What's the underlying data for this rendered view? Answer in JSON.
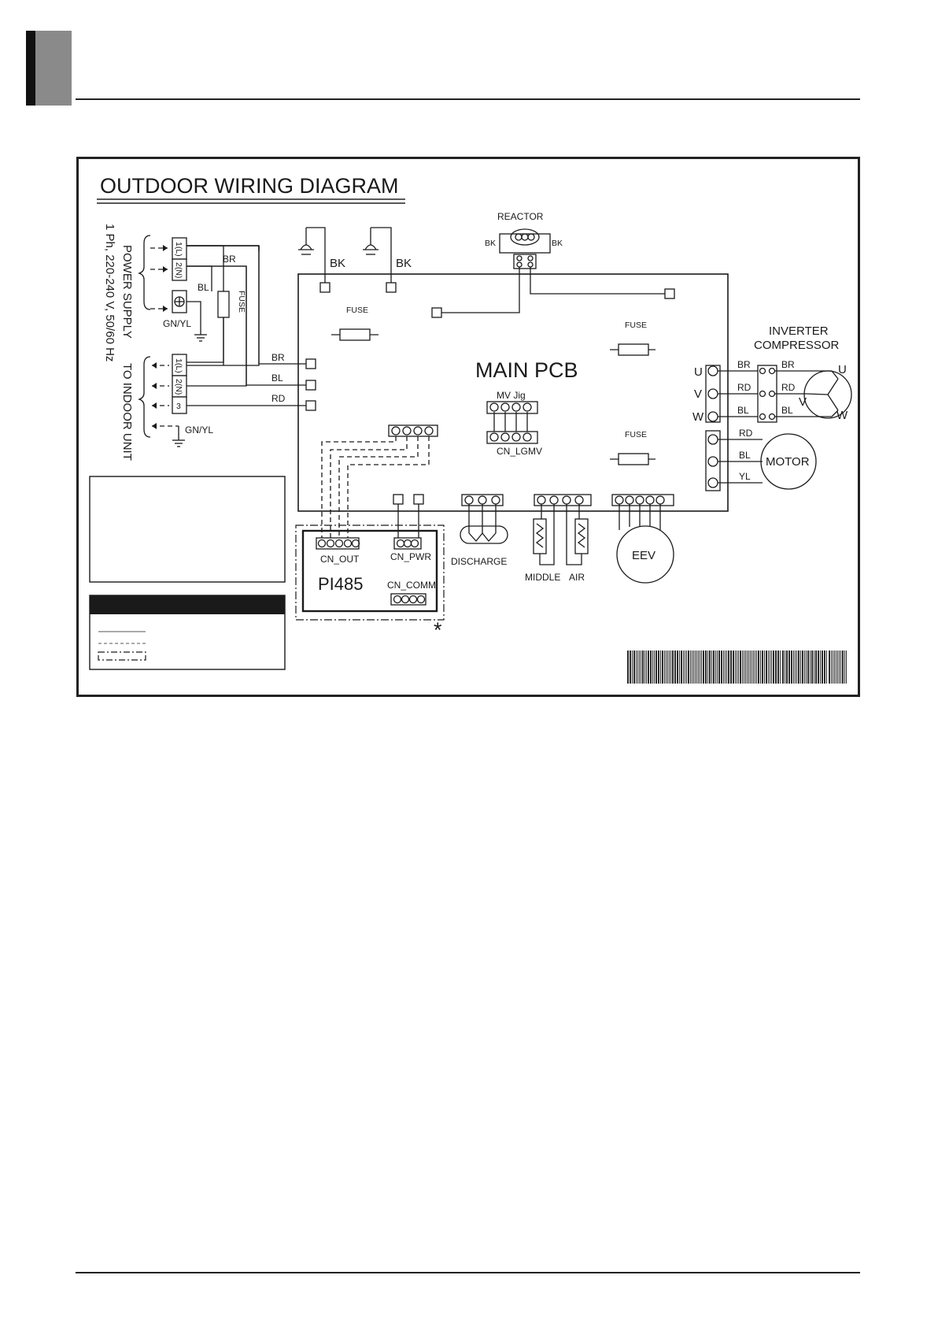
{
  "diagram": {
    "title": "OUTDOOR WIRING DIAGRAM",
    "power_supply_label": "POWER SUPPLY",
    "power_supply_spec": "1 Ph, 220-240 V, 50/60 Hz",
    "indoor_unit_label": "TO INDOOR UNIT",
    "terminal_labels": [
      "1(L)",
      "2(N)",
      "3"
    ],
    "gnd_label": "GN/YL",
    "wire_colors": {
      "br": "BR",
      "bl": "BL",
      "rd": "RD",
      "bk": "BK",
      "yl": "YL"
    },
    "fuse_label": "FUSE",
    "reactor_label": "REACTOR",
    "main_pcb_label": "MAIN PCB",
    "mv_jig_label": "MV Jig",
    "cn_lgmv_label": "CN_LGMV",
    "inverter_label_1": "INVERTER",
    "inverter_label_2": "COMPRESSOR",
    "phase_labels": [
      "U",
      "V",
      "W"
    ],
    "motor_label": "MOTOR",
    "eev_label": "EEV",
    "discharge_label": "DISCHARGE",
    "middle_label": "MIDDLE",
    "air_label": "AIR",
    "pi485_label": "PI485",
    "cn_out_label": "CN_OUT",
    "cn_pwr_label": "CN_PWR",
    "cn_comm_label": "CN_COMM",
    "asterisk": "*"
  }
}
